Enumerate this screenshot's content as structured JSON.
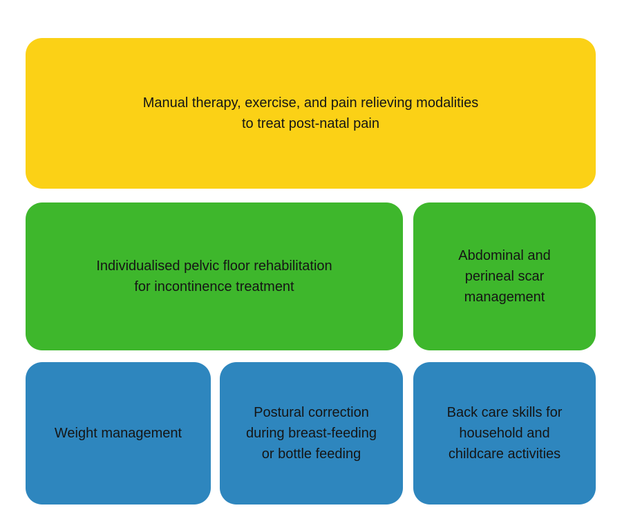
{
  "colors": {
    "yellow": "#FBD116",
    "green": "#3EB72C",
    "blue": "#2E86BE",
    "text": "#151515",
    "background": "#FFFFFF"
  },
  "boxes": {
    "postnatal_pain": {
      "text": "Manual therapy, exercise, and pain relieving modalities\nto treat post-natal pain",
      "color": "yellow"
    },
    "pelvic_floor": {
      "text": "Individualised pelvic floor rehabilitation\nfor incontinence treatment",
      "color": "green"
    },
    "scar_management": {
      "text": "Abdominal and\nperineal scar\nmanagement",
      "color": "green"
    },
    "weight_management": {
      "text": "Weight management",
      "color": "blue"
    },
    "postural_correction": {
      "text": "Postural correction\nduring breast-feeding\nor bottle feeding",
      "color": "blue"
    },
    "back_care": {
      "text": "Back care skills for\nhousehold and\nchildcare activities",
      "color": "blue"
    }
  }
}
